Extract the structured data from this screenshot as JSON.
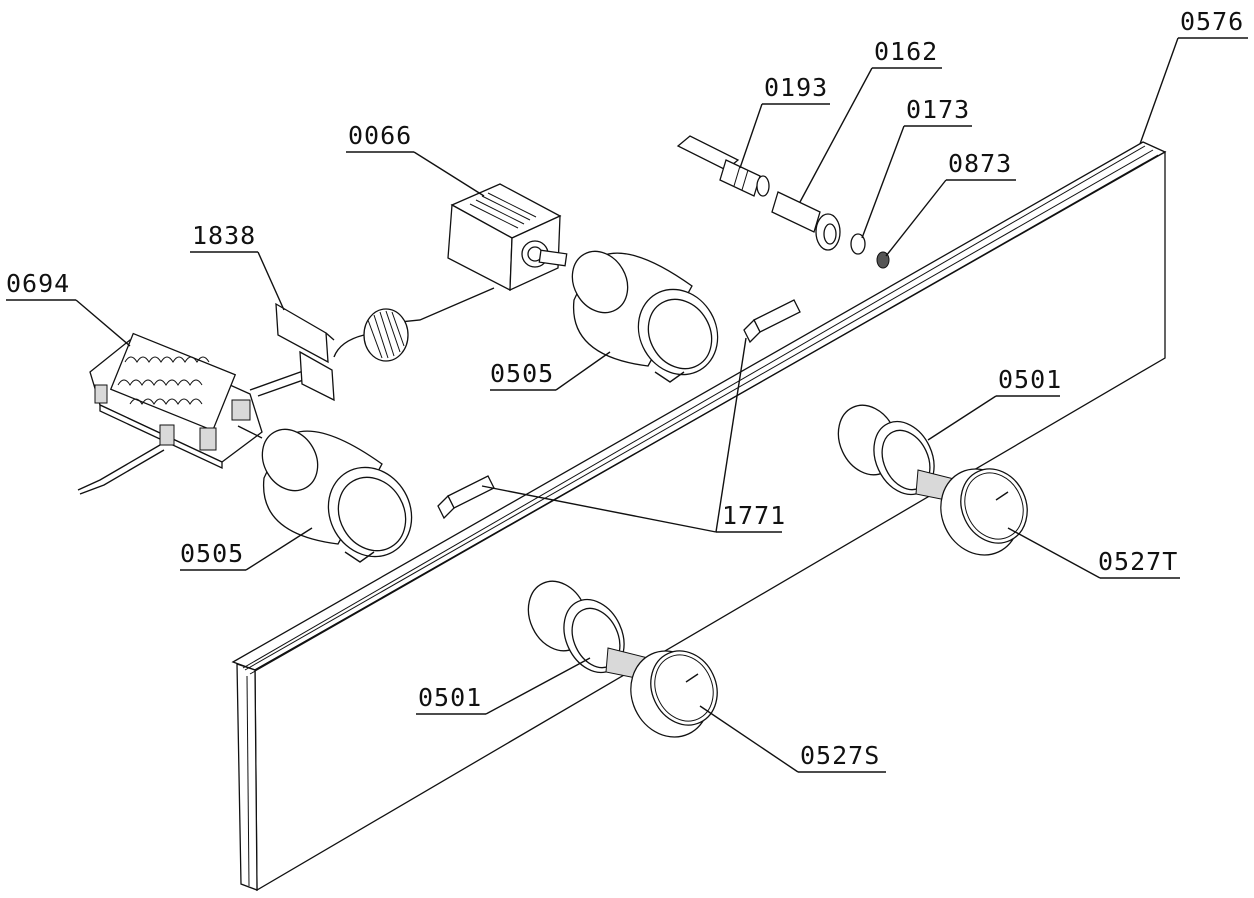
{
  "callouts": {
    "c0576": "0576",
    "c0162": "0162",
    "c0193": "0193",
    "c0173": "0173",
    "c0873": "0873",
    "c0066": "0066",
    "c1838": "1838",
    "c0694": "0694",
    "c0505_top": "0505",
    "c0505_bottom": "0505",
    "c1771": "1771",
    "c0501_right": "0501",
    "c0501_left": "0501",
    "c0527T": "0527T",
    "c0527S": "0527S"
  }
}
